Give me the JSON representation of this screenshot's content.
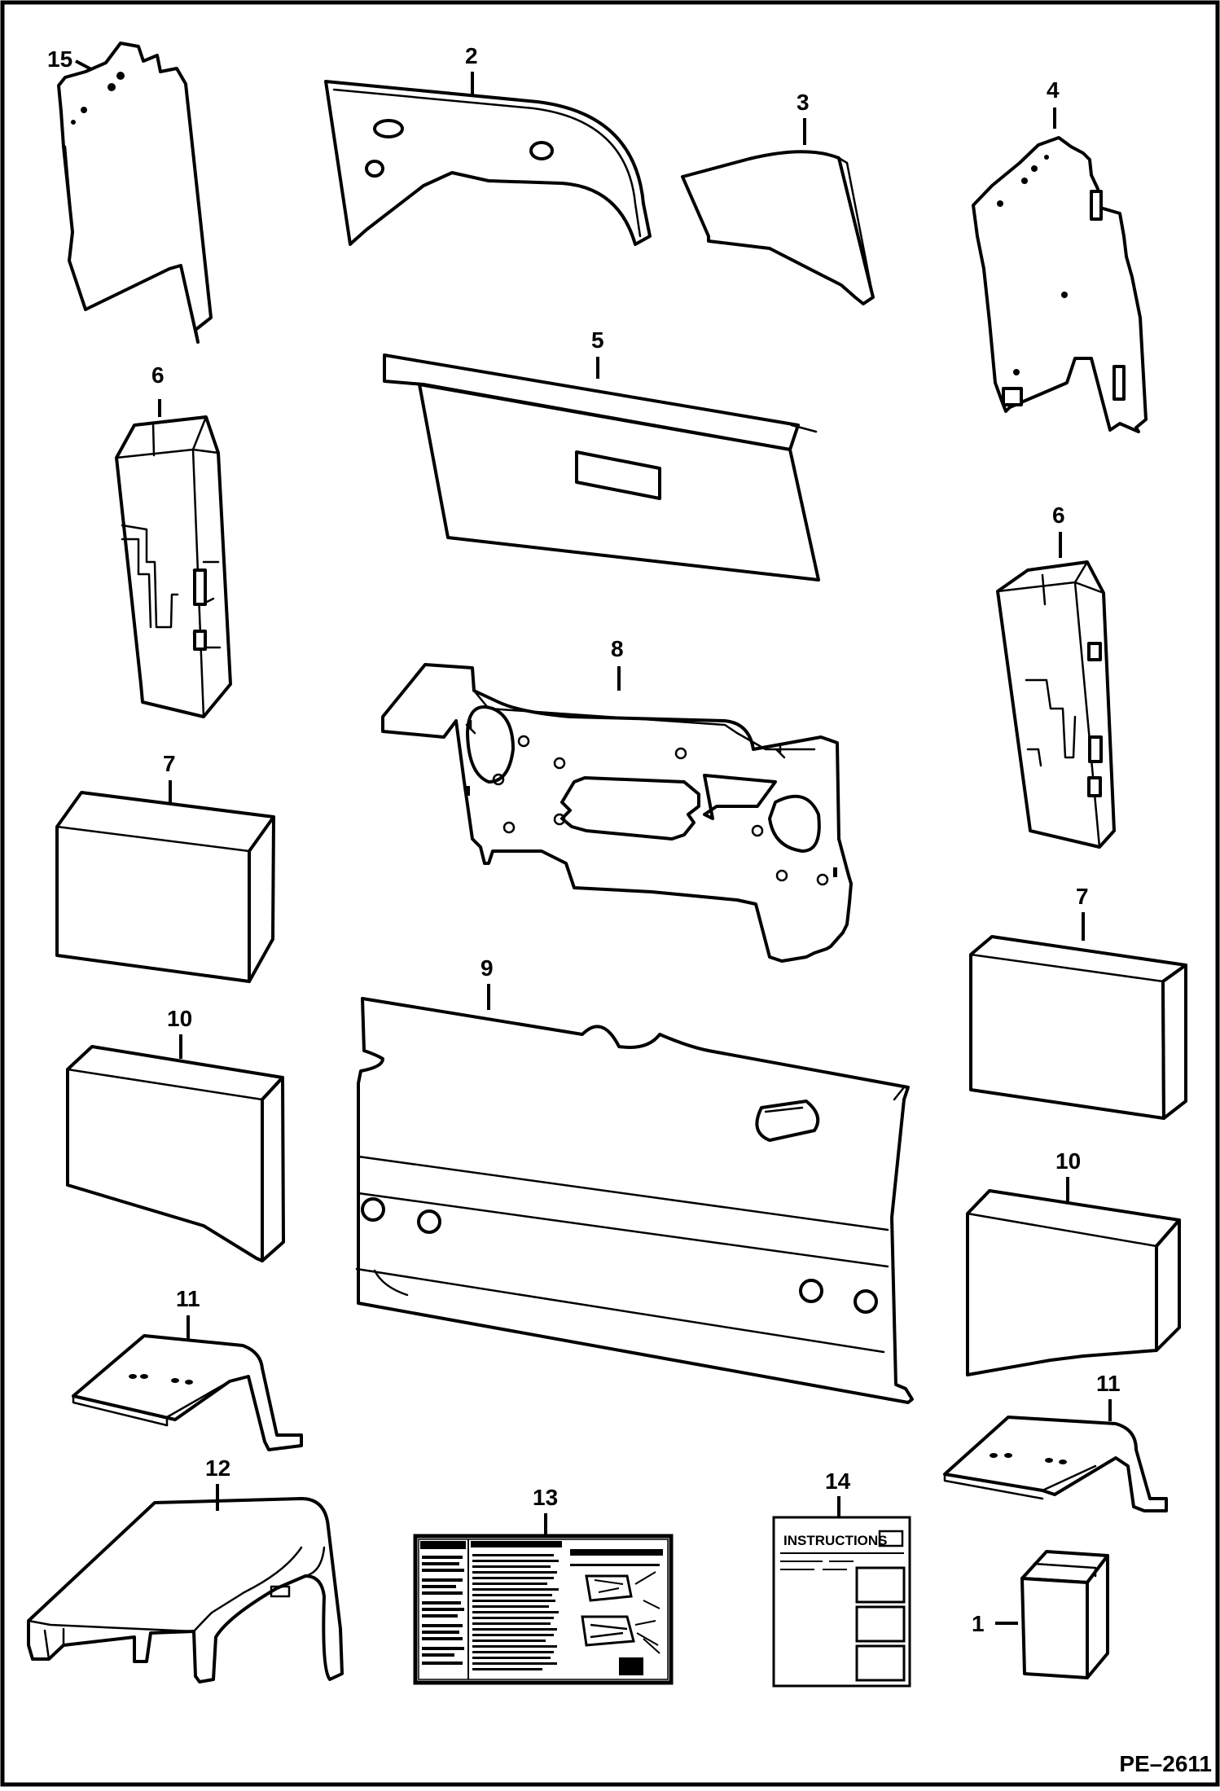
{
  "figure_code": "PE–2611",
  "instruction_sheet_title": "INSTRUCTIONS",
  "callouts": [
    {
      "id": "c1",
      "label": "1"
    },
    {
      "id": "c2",
      "label": "2"
    },
    {
      "id": "c3",
      "label": "3"
    },
    {
      "id": "c4",
      "label": "4"
    },
    {
      "id": "c5",
      "label": "5"
    },
    {
      "id": "c6a",
      "label": "6"
    },
    {
      "id": "c6b",
      "label": "6"
    },
    {
      "id": "c7a",
      "label": "7"
    },
    {
      "id": "c7b",
      "label": "7"
    },
    {
      "id": "c8",
      "label": "8"
    },
    {
      "id": "c9",
      "label": "9"
    },
    {
      "id": "c10a",
      "label": "10"
    },
    {
      "id": "c10b",
      "label": "10"
    },
    {
      "id": "c11a",
      "label": "11"
    },
    {
      "id": "c11b",
      "label": "11"
    },
    {
      "id": "c12",
      "label": "12"
    },
    {
      "id": "c13",
      "label": "13"
    },
    {
      "id": "c14",
      "label": "14"
    },
    {
      "id": "c15",
      "label": "15"
    }
  ]
}
